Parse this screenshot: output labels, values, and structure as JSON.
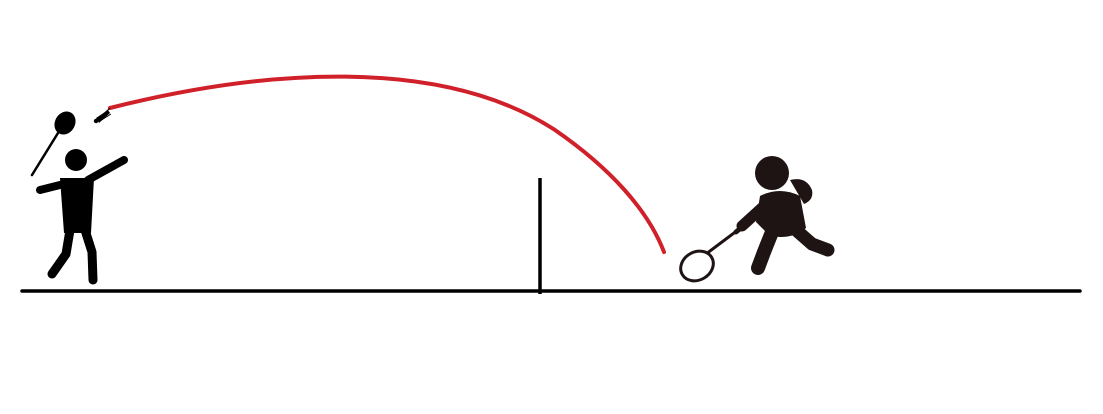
{
  "scene": {
    "background_color": "#ffffff",
    "ink_color": "#000000",
    "player_right_color": "#1e1413",
    "trajectory_color": "#d0212a",
    "elements": [
      "court-ground-line",
      "net-post",
      "player-left-smash",
      "racket-left",
      "shuttlecock",
      "shuttle-trajectory",
      "player-right-lunge",
      "racket-right"
    ]
  }
}
